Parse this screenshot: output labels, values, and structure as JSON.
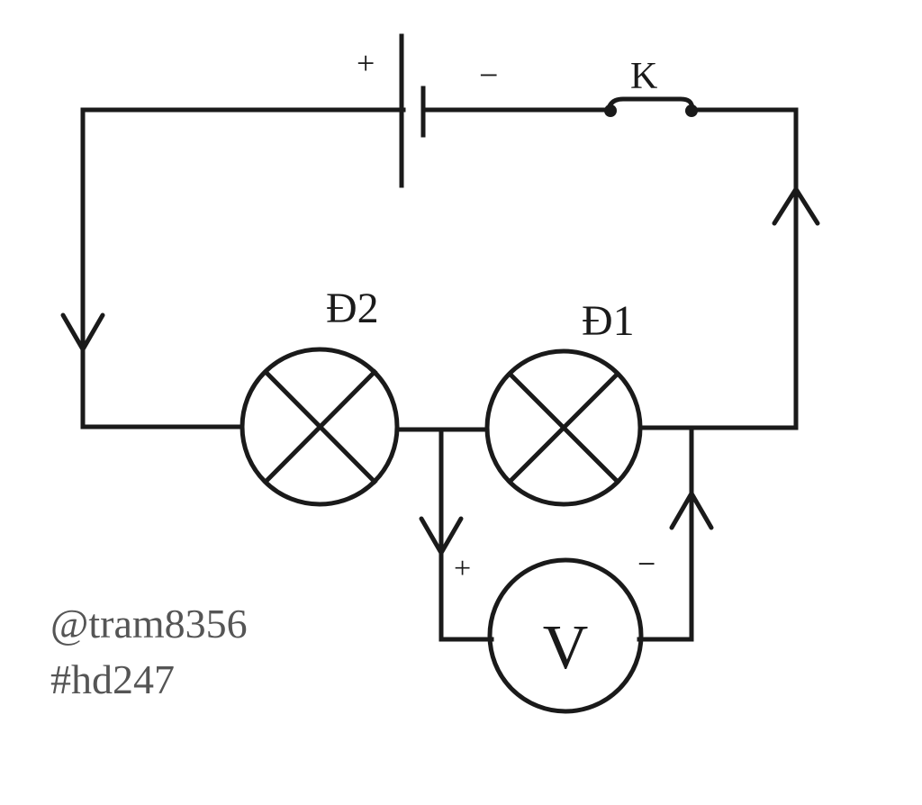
{
  "diagram": {
    "battery": {
      "plus": "+",
      "minus": "−"
    },
    "switch": {
      "label": "K"
    },
    "lamp2": {
      "label": "Đ2"
    },
    "lamp1": {
      "label": "Đ1"
    },
    "voltmeter": {
      "symbol": "V",
      "plus": "+",
      "minus": "−"
    }
  },
  "watermark": {
    "line1": "@tram8356",
    "line2": "#hd247"
  },
  "colors": {
    "ink": "#1a1a1a",
    "watermark": "#555555",
    "background": "#ffffff"
  }
}
